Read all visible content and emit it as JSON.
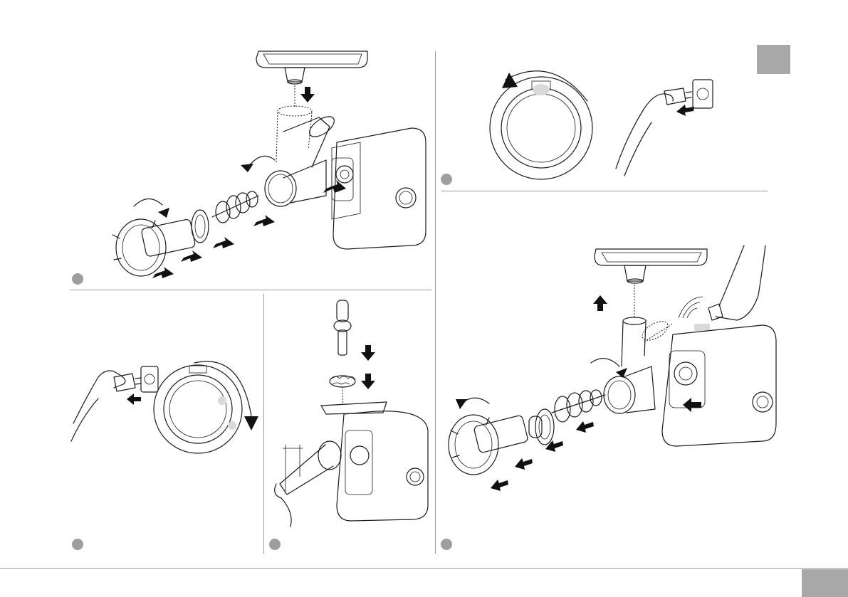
{
  "page": {
    "section_tab_label": "",
    "page_number": ""
  },
  "steps": [
    {
      "id": "assembly",
      "badge": ""
    },
    {
      "id": "lock-rotate",
      "badge": ""
    },
    {
      "id": "sausage",
      "badge": ""
    },
    {
      "id": "unplug",
      "badge": ""
    },
    {
      "id": "disassembly",
      "badge": ""
    }
  ],
  "icons": [
    "arrow-icon",
    "rotate-arrow-icon",
    "plug-icon",
    "socket-icon",
    "meat-grinder-icon",
    "hand-icon",
    "food-tray-icon",
    "pusher-icon",
    "cutting-disc-icon",
    "auger-icon",
    "locking-ring-icon"
  ],
  "colors": {
    "ink": "#1a1a1a",
    "tab": "#a8a8a8",
    "badge": "#9e9e9e",
    "rule": "#9a9a9a"
  }
}
